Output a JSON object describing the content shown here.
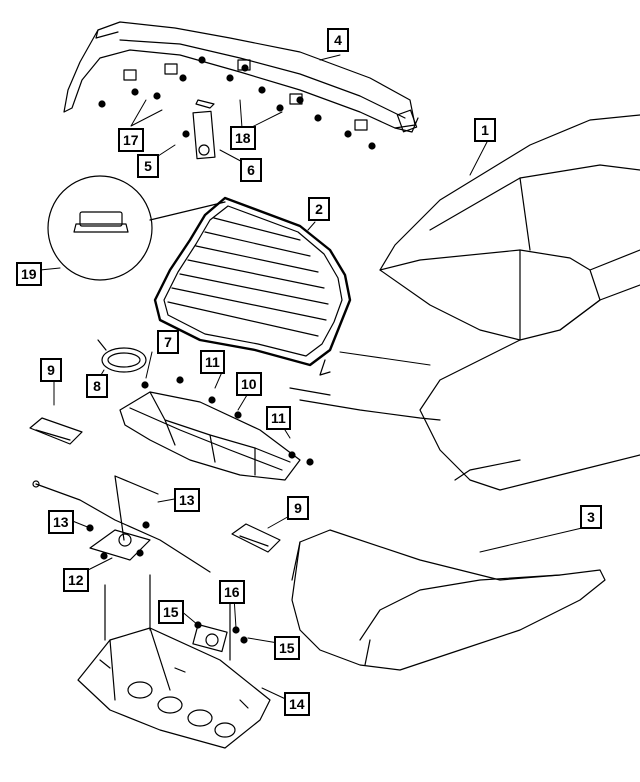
{
  "callouts": {
    "c1": "1",
    "c2": "2",
    "c3": "3",
    "c4": "4",
    "c5": "5",
    "c6": "6",
    "c7": "7",
    "c8": "8",
    "c9a": "9",
    "c9b": "9",
    "c10": "10",
    "c11a": "11",
    "c11b": "11",
    "c12": "12",
    "c13a": "13",
    "c13b": "13",
    "c14": "14",
    "c15a": "15",
    "c15b": "15",
    "c16": "16",
    "c17": "17",
    "c18": "18",
    "c19": "19"
  }
}
